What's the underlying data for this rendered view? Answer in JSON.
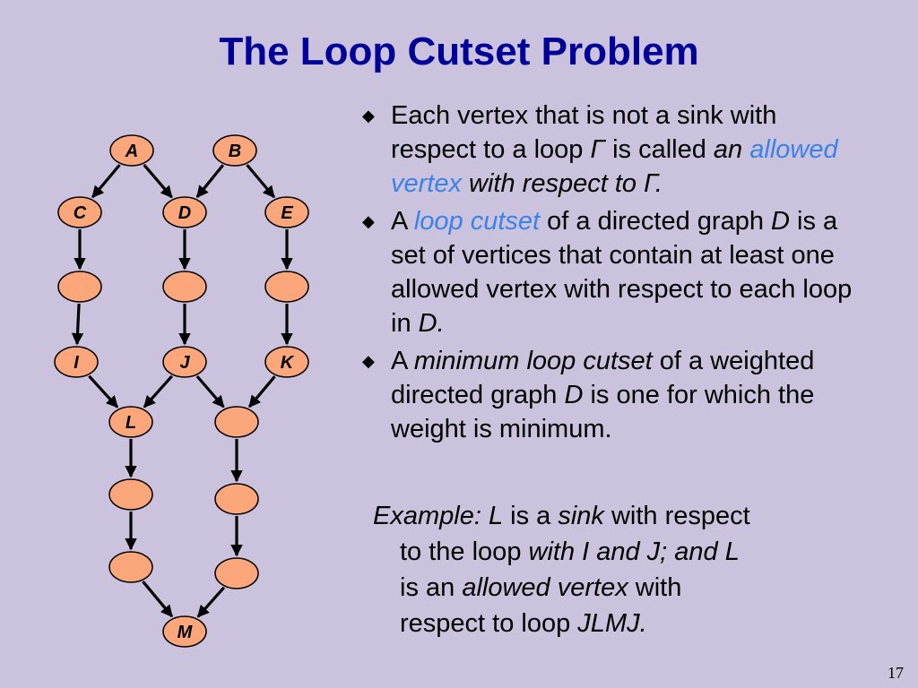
{
  "title": "The Loop Cutset Problem",
  "page_number": "17",
  "colors": {
    "node_fill": "#fca77b",
    "title": "#000099",
    "highlight": "#3b82e8",
    "background": "#cbc2dd"
  },
  "graph": {
    "nodes": [
      {
        "id": "A",
        "label": "A"
      },
      {
        "id": "B",
        "label": "B"
      },
      {
        "id": "C",
        "label": "C"
      },
      {
        "id": "D",
        "label": "D"
      },
      {
        "id": "E",
        "label": "E"
      },
      {
        "id": "n1",
        "label": ""
      },
      {
        "id": "n2",
        "label": ""
      },
      {
        "id": "n3",
        "label": ""
      },
      {
        "id": "I",
        "label": "I"
      },
      {
        "id": "J",
        "label": "J"
      },
      {
        "id": "K",
        "label": "K"
      },
      {
        "id": "L",
        "label": "L"
      },
      {
        "id": "n4",
        "label": ""
      },
      {
        "id": "n5",
        "label": ""
      },
      {
        "id": "n6",
        "label": ""
      },
      {
        "id": "n7",
        "label": ""
      },
      {
        "id": "n8",
        "label": ""
      },
      {
        "id": "M",
        "label": "M"
      }
    ],
    "edges": [
      [
        "A",
        "C"
      ],
      [
        "A",
        "D"
      ],
      [
        "B",
        "D"
      ],
      [
        "B",
        "E"
      ],
      [
        "C",
        "n1"
      ],
      [
        "D",
        "n2"
      ],
      [
        "E",
        "n3"
      ],
      [
        "n1",
        "I"
      ],
      [
        "n2",
        "J"
      ],
      [
        "n3",
        "K"
      ],
      [
        "I",
        "L"
      ],
      [
        "J",
        "L"
      ],
      [
        "J",
        "n4"
      ],
      [
        "K",
        "n4"
      ],
      [
        "L",
        "n5"
      ],
      [
        "n4",
        "n6"
      ],
      [
        "n5",
        "n7"
      ],
      [
        "n6",
        "n8"
      ],
      [
        "n7",
        "M"
      ],
      [
        "n8",
        "M"
      ]
    ]
  },
  "bullets": [
    {
      "segments": [
        {
          "text": "Each vertex that is not a sink with respect to a loop ",
          "style": "normal"
        },
        {
          "text": "Γ ",
          "style": "italic"
        },
        {
          "text": " is called ",
          "style": "normal"
        },
        {
          "text": "an ",
          "style": "italic"
        },
        {
          "text": "allowed vertex",
          "style": "highlight"
        },
        {
          "text": " with respect to Γ.",
          "style": "italic"
        }
      ]
    },
    {
      "segments": [
        {
          "text": "A ",
          "style": "normal"
        },
        {
          "text": "loop cutset",
          "style": "highlight"
        },
        {
          "text": " of a directed graph ",
          "style": "normal"
        },
        {
          "text": "D",
          "style": "italic"
        },
        {
          "text": " is a set of vertices that contain at least one allowed vertex with respect to each loop in ",
          "style": "normal"
        },
        {
          "text": "D.",
          "style": "italic"
        }
      ]
    },
    {
      "segments": [
        {
          "text": "A ",
          "style": "normal"
        },
        {
          "text": "minimum loop cutset",
          "style": "italic"
        },
        {
          "text": " of a weighted directed graph ",
          "style": "normal"
        },
        {
          "text": "D",
          "style": "italic"
        },
        {
          "text": " is one for which the weight is minimum.",
          "style": "normal"
        }
      ]
    }
  ],
  "example": {
    "lines": [
      [
        {
          "text": "Example: L",
          "style": "italic"
        },
        {
          "text": " is a ",
          "style": "normal"
        },
        {
          "text": "sink",
          "style": "italic"
        },
        {
          "text": " with respect",
          "style": "normal"
        }
      ],
      [
        {
          "text": "to the loop ",
          "style": "normal"
        },
        {
          "text": "with I and J; and  L",
          "style": "italic"
        }
      ],
      [
        {
          "text": "is an ",
          "style": "normal"
        },
        {
          "text": "allowed vertex",
          "style": "italic"
        },
        {
          "text": " with",
          "style": "normal"
        }
      ],
      [
        {
          "text": "respect to loop ",
          "style": "normal"
        },
        {
          "text": "JLMJ.",
          "style": "italic"
        }
      ]
    ]
  }
}
